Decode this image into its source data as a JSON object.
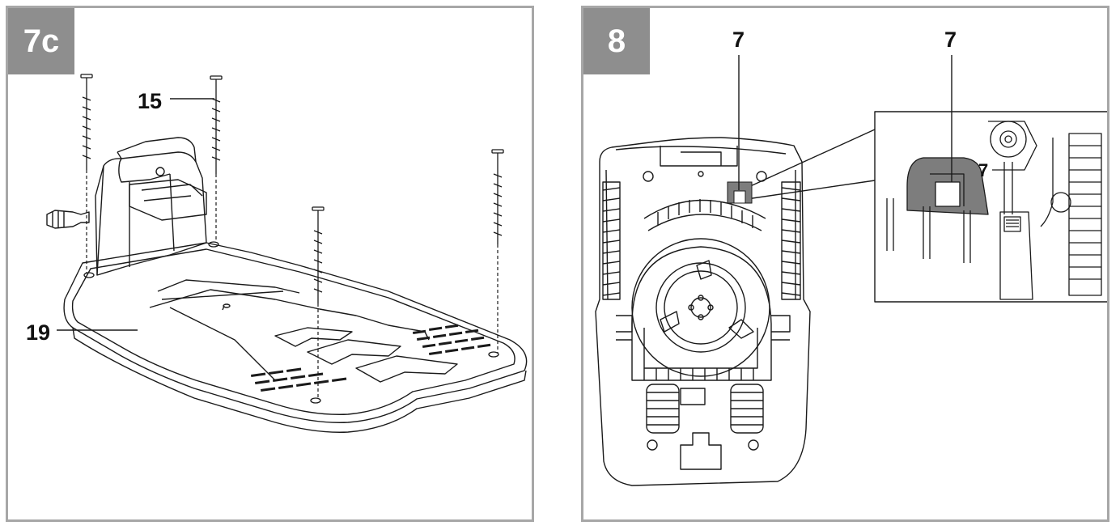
{
  "panels": {
    "left": {
      "step_label": "7c"
    },
    "right": {
      "step_label": "8"
    }
  },
  "callouts": {
    "peg": "15",
    "station_base": "19",
    "contact_main": "7",
    "contact_detail": "7",
    "contact_inset_small": "7"
  },
  "colors": {
    "frame": "#a7a7a7",
    "badge": "#8e8e8e",
    "line": "#1a1a1a",
    "highlight": "#7d7d7d"
  }
}
